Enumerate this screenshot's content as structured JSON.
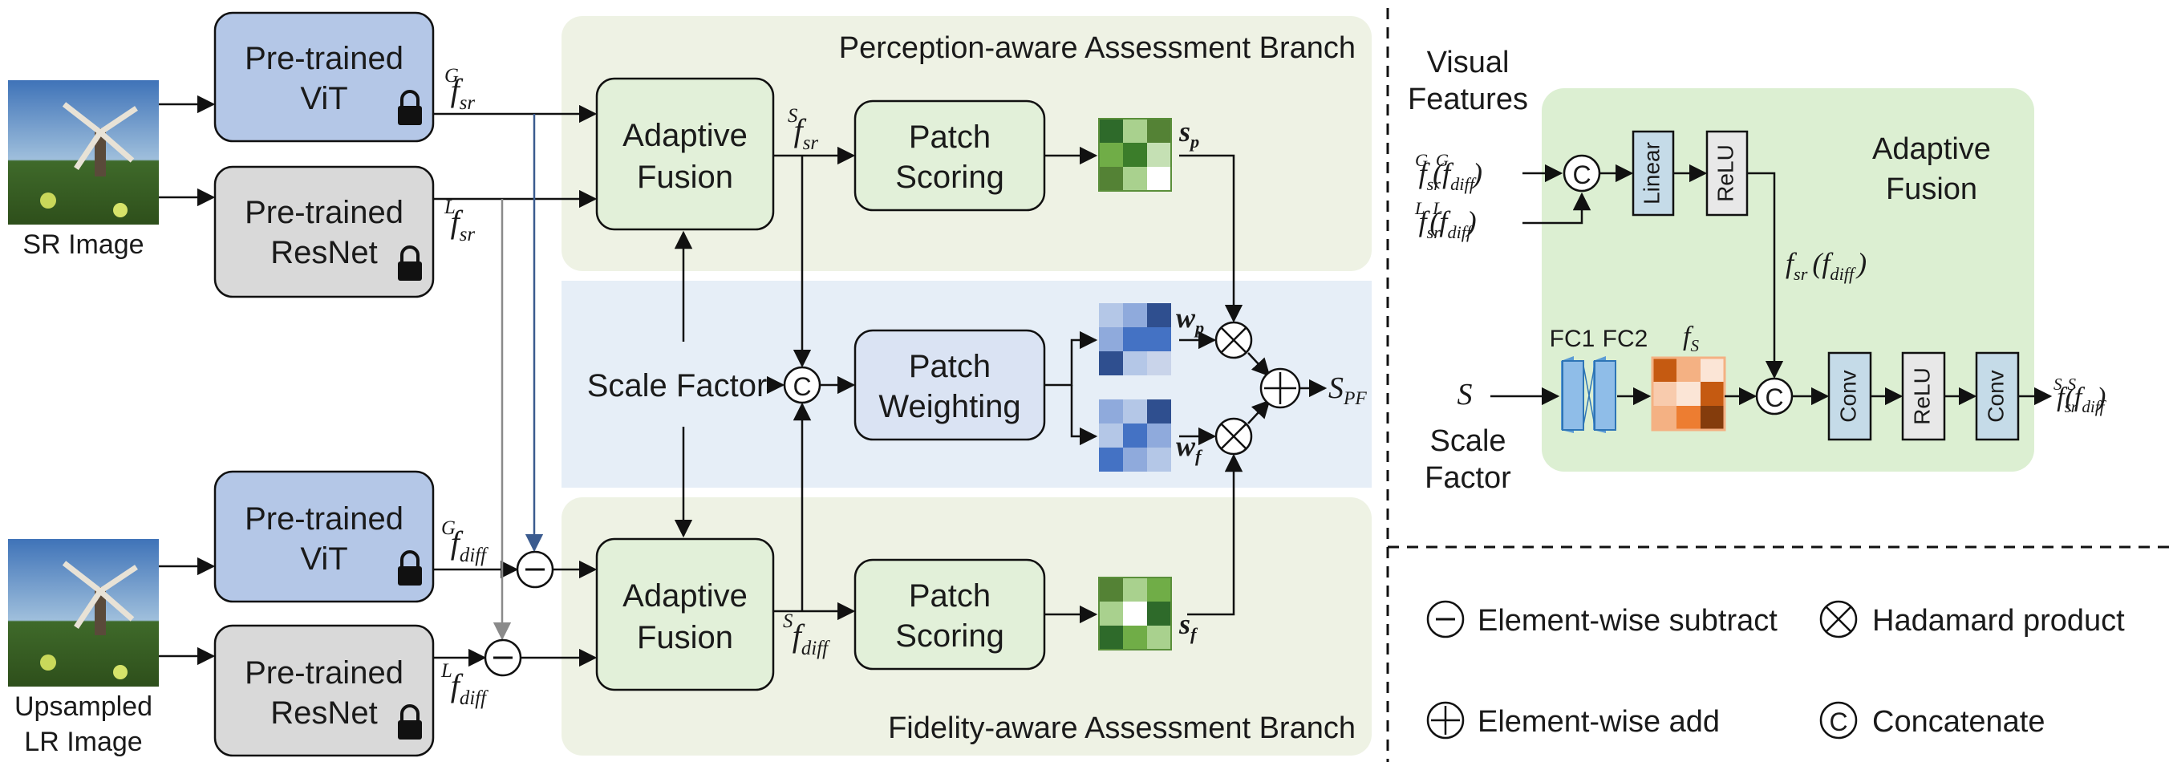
{
  "inputs": {
    "sr_image_label": "SR Image",
    "lr_image_label_line1": "Upsampled",
    "lr_image_label_line2": "LR Image"
  },
  "encoders": {
    "vit_line1": "Pre-trained",
    "vit_line2": "ViT",
    "resnet_line1": "Pre-trained",
    "resnet_line2": "ResNet"
  },
  "branches": {
    "perception": "Perception-aware Assessment Branch",
    "fidelity": "Fidelity-aware Assessment Branch"
  },
  "blocks": {
    "adaptive_line1": "Adaptive",
    "adaptive_line2": "Fusion",
    "patch": "Patch",
    "scoring": "Scoring",
    "weighting": "Weighting",
    "scale_factor": "Scale Factor",
    "concat_symbol": "C"
  },
  "symbols": {
    "f": "f",
    "sr": "sr",
    "diff": "diff",
    "G": "G",
    "L": "L",
    "S": "S",
    "s": "s",
    "w": "w",
    "p": "p",
    "fsub": "f",
    "PF": "PF"
  },
  "detail": {
    "visual_line1": "Visual",
    "visual_line2": "Features",
    "linear": "Linear",
    "relu": "ReLU",
    "conv": "Conv",
    "fc1": "FC1",
    "fc2": "FC2",
    "af_line1": "Adaptive",
    "af_line2": "Fusion",
    "scale_line1": "Scale",
    "scale_line2": "Factor"
  },
  "legend": {
    "subtract": "Element-wise subtract",
    "hadamard": "Hadamard product",
    "add": "Element-wise add",
    "concat": "Concatenate"
  },
  "colors": {
    "encoder_blue": "#b4c7e7",
    "encoder_gray": "#d9d9d9",
    "adaptive_green": "#e2f0d9",
    "branch_green": "#eef2e4",
    "scale_band_blue": "#e6eef7",
    "patch_weighting_blue": "#dae3f3",
    "detail_green": "#dcefd2",
    "op_blue": "#c5dbe8",
    "op_gray": "#e8e8e8",
    "fc_blue": "#8fbde8",
    "fs_orange": "#f4b183"
  }
}
